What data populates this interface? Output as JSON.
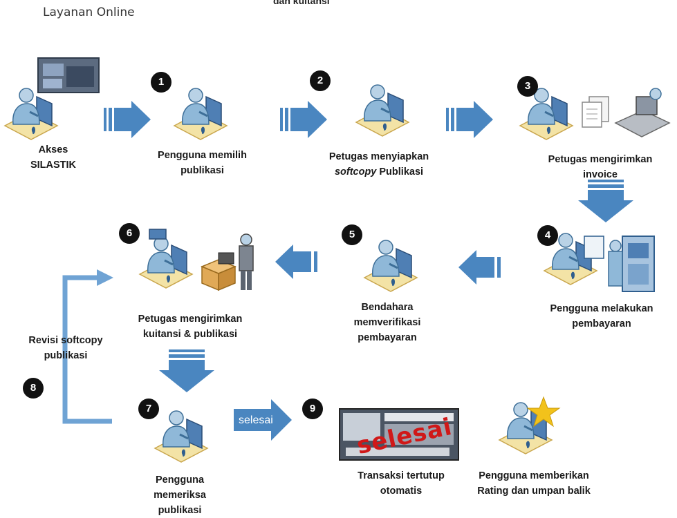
{
  "header": {
    "title": "Layanan Online",
    "top_cut_text": "dan kuitansi"
  },
  "steps": {
    "s0": {
      "line1": "Akses",
      "line2": "SILASTIK"
    },
    "s1": {
      "num": "1",
      "line1": "Pengguna memilih",
      "line2": "publikasi"
    },
    "s2": {
      "num": "2",
      "line1": "Petugas menyiapkan",
      "line2_em": "softcopy",
      "line2_rest": " Publikasi"
    },
    "s3": {
      "num": "3",
      "line1": "Petugas mengirimkan",
      "line2": "invoice"
    },
    "s4": {
      "num": "4",
      "line1": "Pengguna melakukan",
      "line2": "pembayaran"
    },
    "s5": {
      "num": "5",
      "line1": "Bendahara",
      "line2": "memverifikasi",
      "line3": "pembayaran"
    },
    "s6": {
      "num": "6",
      "line1": "Petugas mengirimkan",
      "line2": "kuitansi & publikasi"
    },
    "s7": {
      "num": "7",
      "line1": "Pengguna",
      "line2": "memeriksa",
      "line3": "publikasi"
    },
    "s8": {
      "num": "8",
      "line1": "Revisi softcopy",
      "line2": "publikasi"
    },
    "s9": {
      "num": "9",
      "line1": "Transaksi tertutup",
      "line2": "otomatis"
    },
    "s10": {
      "line1": "Pengguna memberikan",
      "line2": "Rating dan umpan balik"
    }
  },
  "arrow_labels": {
    "selesai": "selesai"
  },
  "stamp": {
    "text": "selesai"
  },
  "colors": {
    "arrow": "#4a86c0",
    "arrow_light": "#6fa3d4",
    "stamp": "#d01818",
    "star": "#f2c21b",
    "desk": "#f3e3a6",
    "person": "#8fb8d8"
  }
}
